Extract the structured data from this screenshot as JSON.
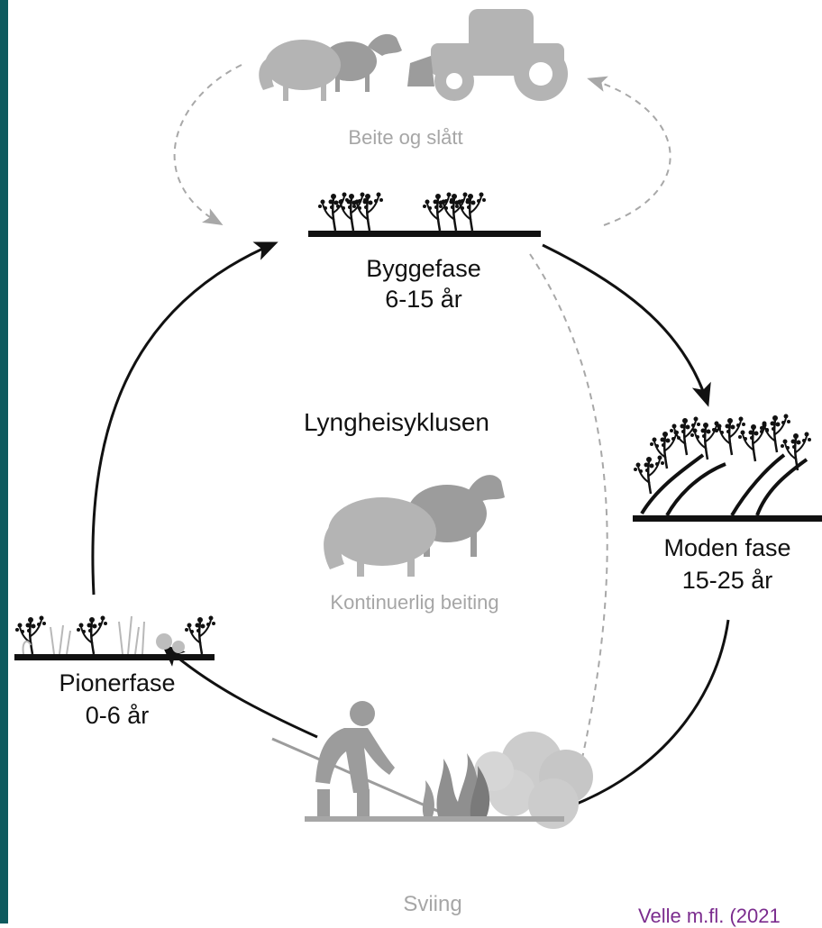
{
  "colors": {
    "left_bar": "#0e5a5e",
    "solid_arrow": "#111111",
    "dashed_arrow": "#a8a8a8",
    "grey_text": "#a6a6a6",
    "citation": "#7b2c8e"
  },
  "title": "Lyngheisyklusen",
  "top_practice": "Beite og slått",
  "center_practice": "Kontinuerlig beiting",
  "bottom_practice": "Sviing",
  "phases": {
    "building": {
      "name": "Byggefase",
      "duration": "6-15 år"
    },
    "mature": {
      "name": "Moden fase",
      "duration": "15-25 år"
    },
    "pioneer": {
      "name": "Pionerfase",
      "duration": "0-6 år"
    }
  },
  "citation": "Velle m.fl. (2021",
  "icons": [
    "sheep-icon",
    "tractor-icon",
    "heather-icon",
    "person-burning-icon",
    "fire-icon",
    "smoke-icon"
  ]
}
